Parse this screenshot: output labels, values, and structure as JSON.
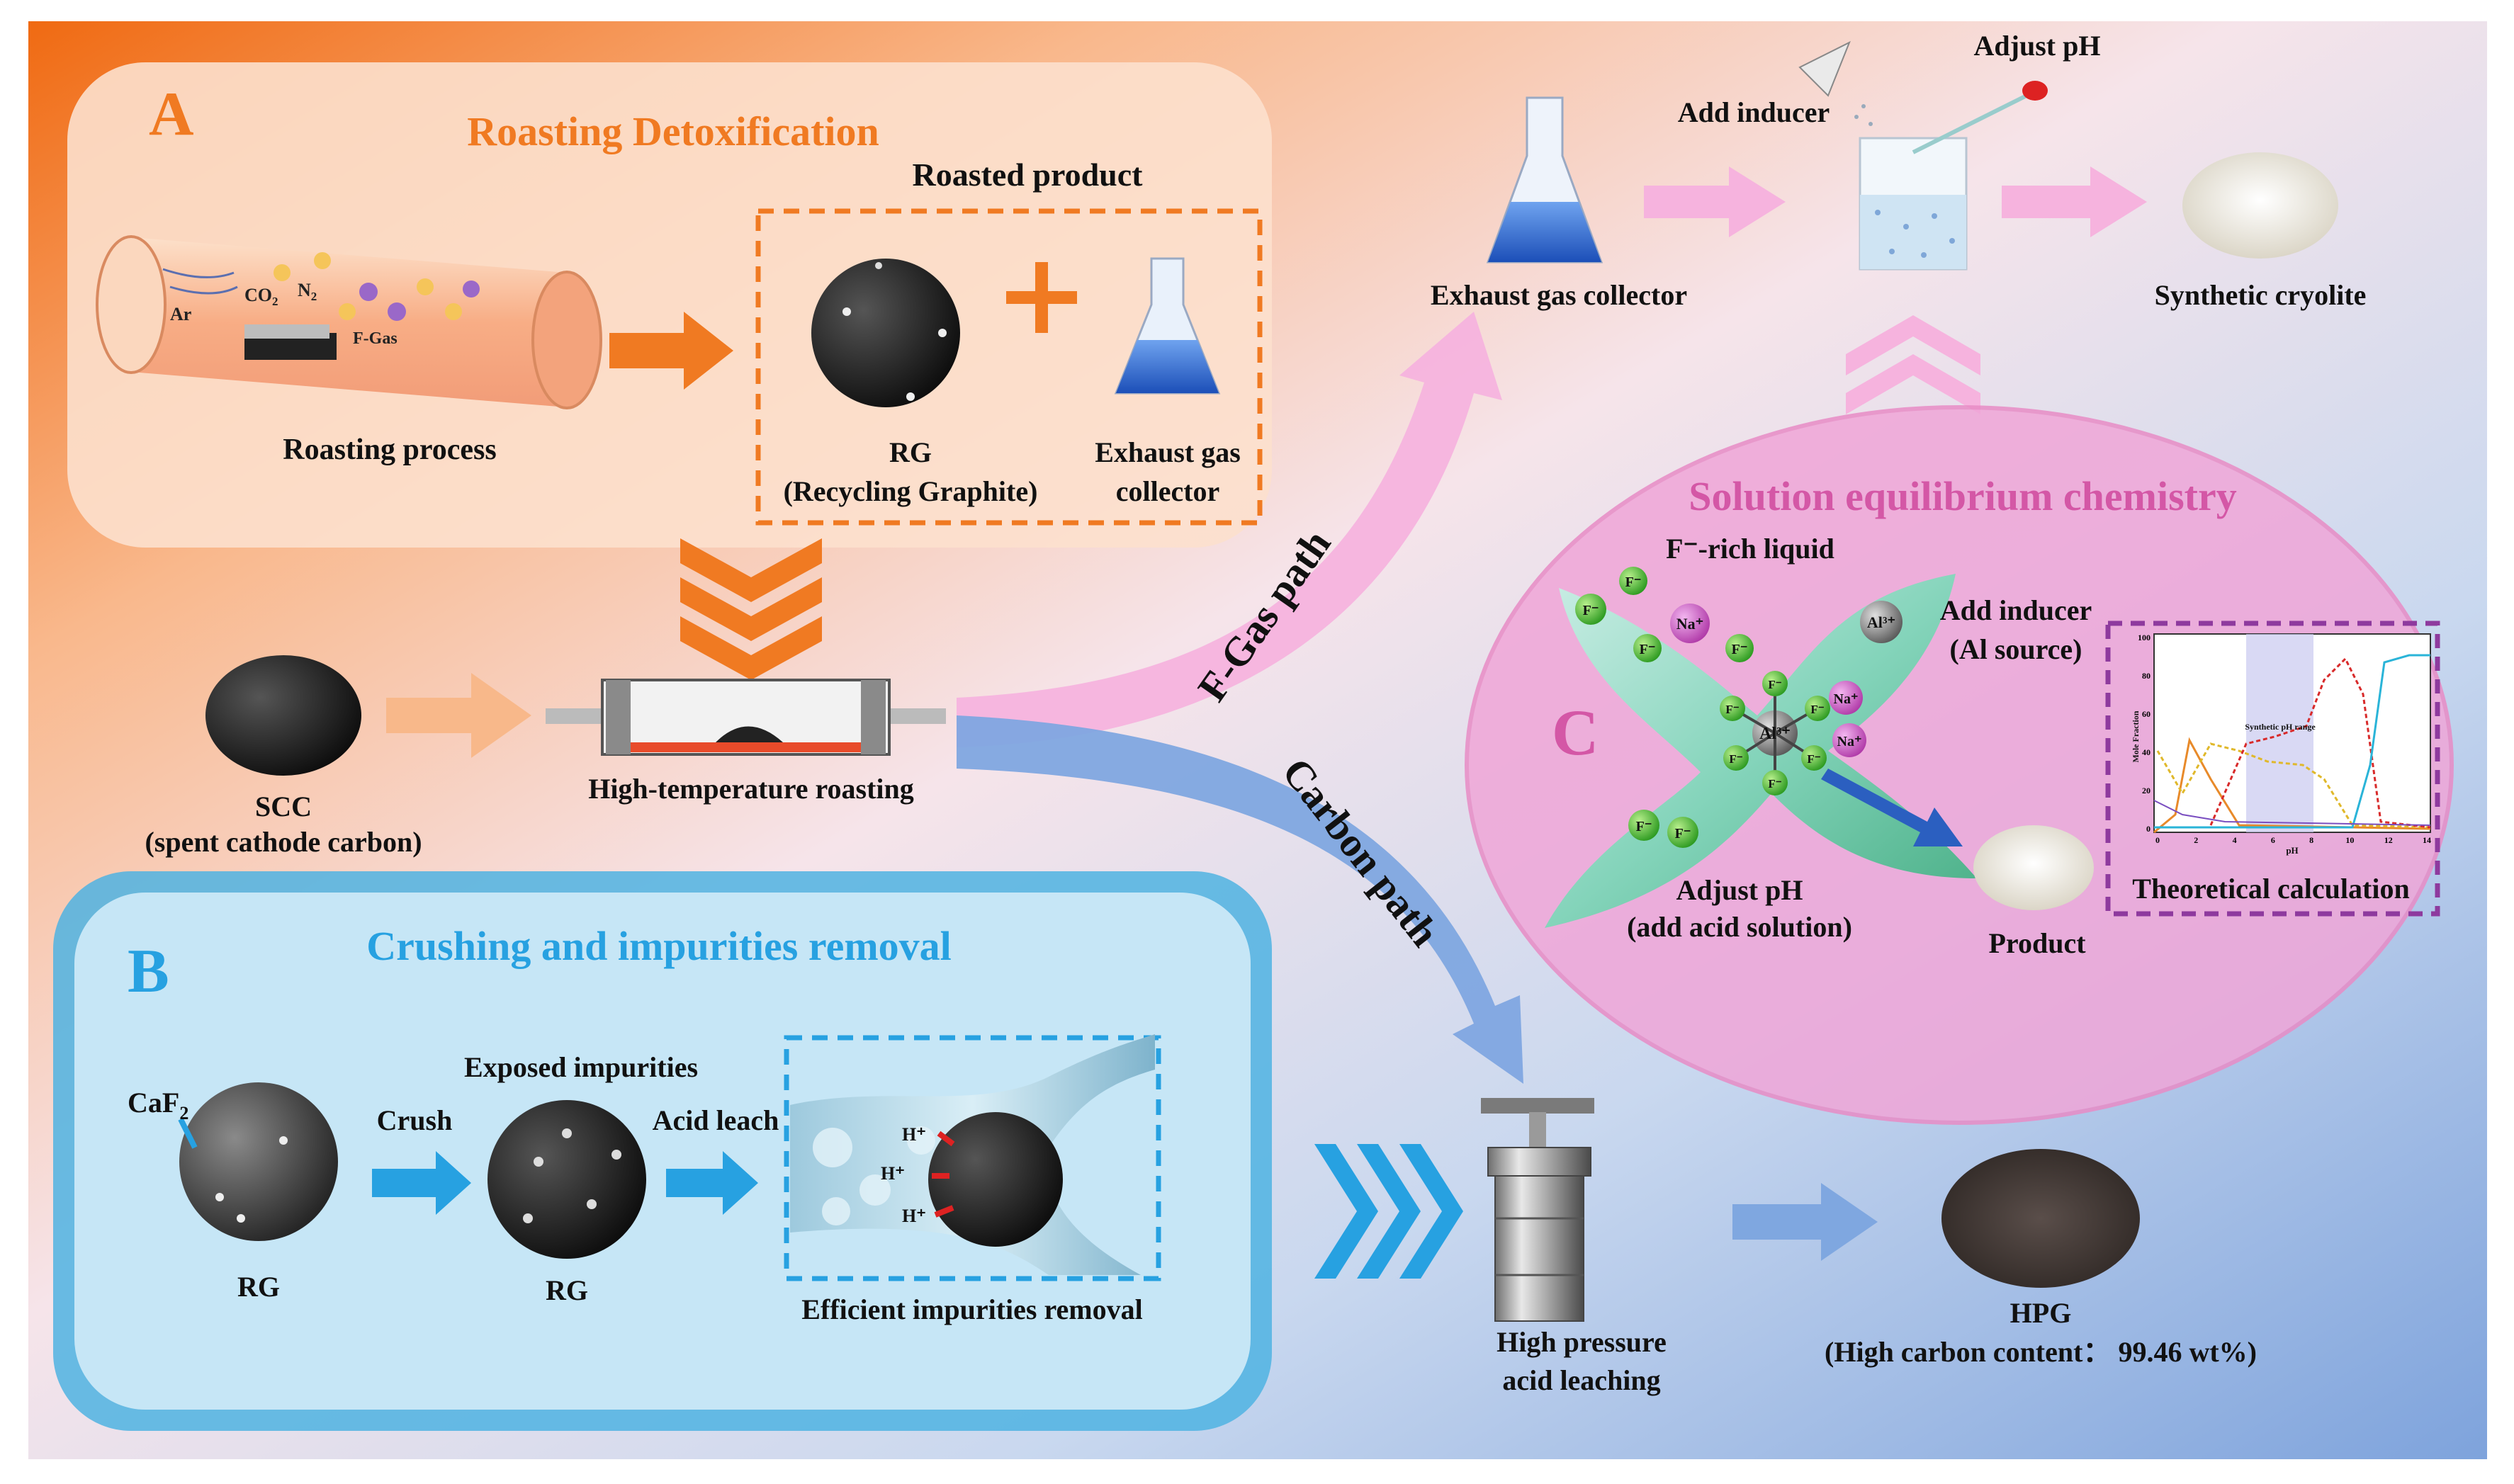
{
  "colors": {
    "orange_accent": "#f07a22",
    "blue_accent": "#27a1e1",
    "magenta_accent": "#c0398c",
    "purple_box": "#8e3a9e",
    "pink_arrow": "#f6b3de",
    "blue_arrow": "#7fa7e0"
  },
  "panel_a": {
    "letter": "A",
    "title": "Roasting Detoxification",
    "roasted_product_title": "Roasted product",
    "roasting_process_label": "Roasting process",
    "tube_labels": {
      "ar": "Ar",
      "co2": "CO",
      "co2_sub": "2",
      "n2": "N",
      "n2_sub": "2",
      "fgas": "F-Gas"
    },
    "rg_line1": "RG",
    "rg_line2": "(Recycling Graphite)",
    "plus": "+",
    "exhaust_line1": "Exhaust gas",
    "exhaust_line2": "collector"
  },
  "center": {
    "scc_line1": "SCC",
    "scc_line2": "(spent cathode carbon)",
    "roasting_label": "High-temperature roasting",
    "fgas_path": "F-Gas path",
    "carbon_path": "Carbon path"
  },
  "top_right": {
    "exhaust_collector": "Exhaust gas collector",
    "add_inducer": "Add inducer",
    "adjust_ph": "Adjust pH",
    "synthetic_cryolite": "Synthetic cryolite"
  },
  "panel_c": {
    "letter": "C",
    "title": "Solution equilibrium chemistry",
    "f_rich_liquid": "F⁻-rich liquid",
    "add_inducer_line1": "Add inducer",
    "add_inducer_line2": "(Al source)",
    "adjust_ph_line1": "Adjust pH",
    "adjust_ph_line2": "(add acid solution)",
    "product": "Product",
    "theoretical_calc": "Theoretical calculation",
    "ions": {
      "f": "F⁻",
      "na": "Na⁺",
      "al": "Al³⁺"
    },
    "mini_chart": {
      "ylabel": "Mole Fraction",
      "xlabel": "pH",
      "range_label": "Synthetic pH range",
      "y_ticks": [
        "100",
        "80",
        "60",
        "40",
        "20",
        "0"
      ],
      "x_ticks": [
        "0",
        "2",
        "4",
        "6",
        "8",
        "10",
        "12",
        "14"
      ]
    }
  },
  "panel_b": {
    "letter": "B",
    "title": "Crushing and impurities removal",
    "caf2": "CaF",
    "caf2_sub": "2",
    "crush": "Crush",
    "exposed": "Exposed impurities",
    "acid_leach": "Acid leach",
    "rg1": "RG",
    "rg2": "RG",
    "h_label": "H⁺",
    "efficient": "Efficient impurities removal"
  },
  "bottom_right": {
    "hp_line1": "High pressure",
    "hp_line2": "acid leaching",
    "hpg_line1": "HPG",
    "hpg_line2": "(High carbon content： 99.46 wt%)"
  }
}
